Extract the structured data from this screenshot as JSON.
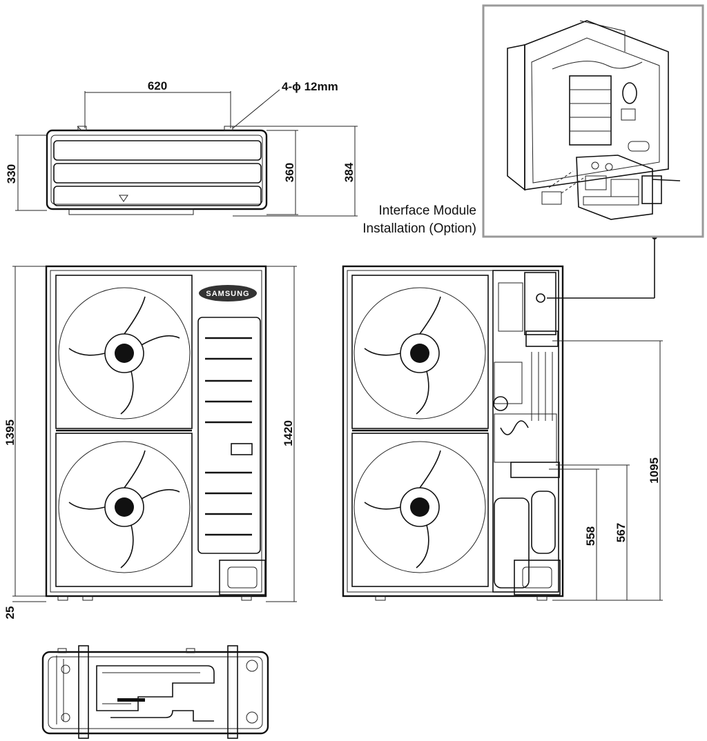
{
  "top_view": {
    "width_label": "620",
    "hole_label": "4-ϕ 12mm",
    "depth_a": "330",
    "depth_b": "360",
    "depth_c": "384"
  },
  "front_view": {
    "brand": "SAMSUNG",
    "height_a": "1395",
    "height_b": "1420",
    "foot": "25"
  },
  "side_view": {
    "height_1": "1095",
    "height_2": "558",
    "height_3": "567"
  },
  "inset": {
    "caption_line1": "Interface Module",
    "caption_line2": "Installation (Option)"
  }
}
